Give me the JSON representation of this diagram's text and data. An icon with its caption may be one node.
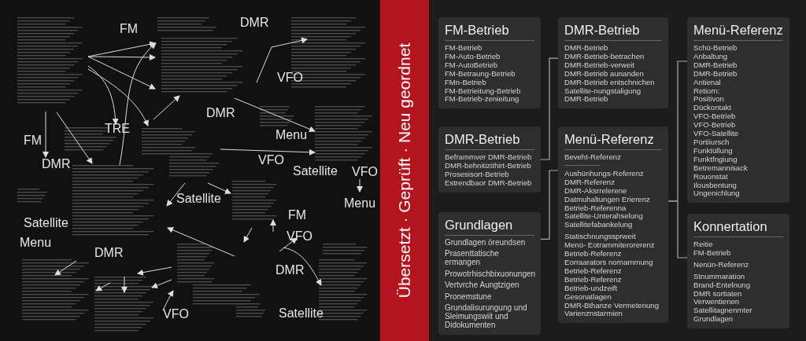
{
  "diagram": {
    "nodes": [
      {
        "text": [
          "FM-Betrieb",
          "FM-Betrieb",
          "FM-Auto-Betrieb",
          "FM-AutoBetrieb",
          "FM-Betraung-Betrieb",
          "FMn-Betrieb",
          "FM-Betrieitung-Betrieb",
          "FM-Betrieb-zenieitung"
        ]
      },
      {
        "text": [
          "DMR-Betrieb",
          "DMR-Betrieb",
          "DMR-Betrieb-betrachen",
          "DMR-Betrieb-verweit",
          "DMR-Betrieb aunanden",
          "DMR-Betrieb entschnichen",
          "Satellite-nungstaligung",
          "DMR-Betrieb"
        ]
      },
      {
        "text": [
          "Menü-Referenz",
          "Schü-Betrieb",
          "Anbaltung",
          "DMR-Betrieb",
          "DMR-Betrieb",
          "Antienal",
          "Retiorn:",
          "Positivon",
          "Dückontakt",
          "VFO-Betrieb",
          "VFO-Betrieb",
          "VFO-Satellite",
          "Portiiursch",
          "Funktüllung",
          "Funktfngiung",
          "Betremannisack",
          "Rouonstat",
          "Ilousbentung",
          "Ungenichlung"
        ]
      },
      {
        "text": [
          "DMR-Betrieb",
          "Beframmver DMR-Betrieb",
          "DMR-behnitizithirt-Betrieb",
          "Prosesisort-Betrieb",
          "Estrendbaor DMR-Betrieb"
        ]
      },
      {
        "text": [
          "Menü-Referenz",
          "Beveht-Referenz",
          "Aushünhungs-Referenz",
          "DMR-Referenz",
          "DMR-Aksrrelerene",
          "Datmuhaltungen Erierenz",
          "Betrieb-Referenna",
          "Satellite-Unterahselung",
          "Satellitefabankelung",
          "Statischnungssprweit",
          "Menü- Eotrammiterorerenz",
          "Betrieb-Referenz",
          "Eorraarators nornammung",
          "Betrieb-Referenz",
          "Betrieb-Referenz",
          "Betrieb-undzeift",
          "Gesonatlagen",
          "DMR-Bthanze Vermetenung",
          "Varienznstarmien"
        ]
      },
      {
        "text": [
          "Grundlagen",
          "Grundlagen öreundsen",
          "Prasenttatische ermangen",
          "Prowotrhischbixuonungen",
          "Vertvrche Aungtzigen",
          "Pronemstune",
          "Grundalisurungung und Sleimungswiit und Didokumenten"
        ]
      },
      {
        "text": [
          "Konnertation",
          "Reitie",
          "FM-Betrieb",
          "Nenün-Referenz",
          "Stnummaration",
          "Brand-Entelnung",
          "DMR sortiaten",
          "Verwentienen",
          "Satellitagnenmter",
          "Grundlagen"
        ]
      }
    ],
    "edges": [
      {
        "from": 3,
        "to": 1,
        "arrow": "none"
      },
      {
        "from": 5,
        "to": 4,
        "arrow": "none"
      },
      {
        "from": 4,
        "to": 2,
        "arrow": "none"
      },
      {
        "from": 4,
        "to": 6,
        "arrow": "none"
      }
    ],
    "labels": [
      "DMR",
      "FM",
      "VFO",
      "DMR",
      "TRE",
      "Menu",
      "FM",
      "VFO",
      "DMR",
      "Satellite",
      "VFO",
      "Satellite",
      "Menu",
      "FM",
      "Satellite",
      "VFO",
      "Menu",
      "DMR",
      "DMR",
      "VFO",
      "Satellite",
      "Übersetzt · Geprüft · Neu geordnet"
    ]
  }
}
